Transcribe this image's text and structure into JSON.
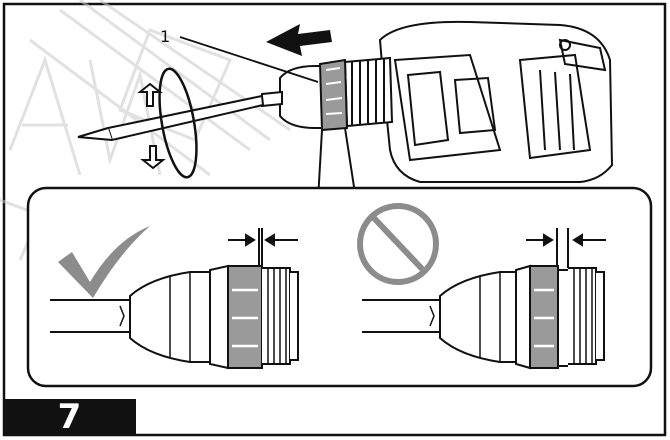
{
  "figure": {
    "number": "7",
    "callout": "1",
    "watermark": "MANUAL"
  },
  "colors": {
    "ink": "#111111",
    "correct_mark": "#8c8c8c",
    "prohibited_mark": "#8c8c8c",
    "ring": "#9a9a9a",
    "watermark": "#dcdcdc"
  },
  "icons": {
    "correct": "check-mark-icon",
    "incorrect": "prohibited-icon",
    "direction": "push-arrow-icon",
    "rotation": "rotate-arrows-icon"
  }
}
